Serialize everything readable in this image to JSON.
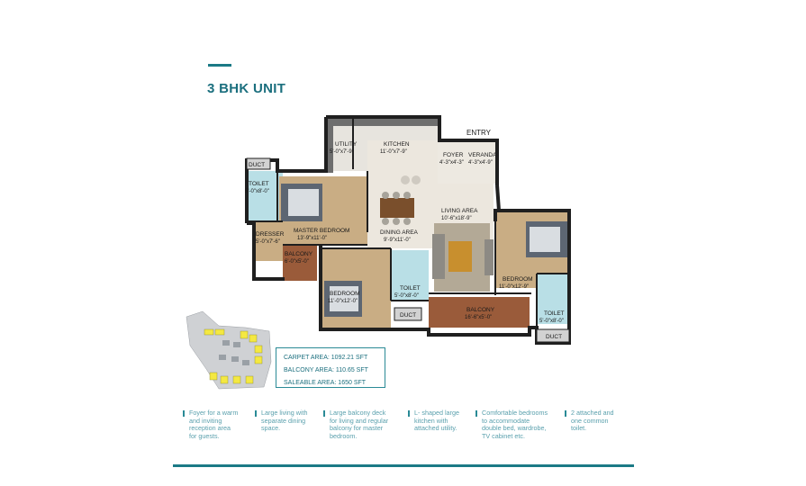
{
  "page": {
    "title": "3 BHK UNIT"
  },
  "plan": {
    "entry": "ENTRY",
    "rooms": {
      "duct_top": "DUCT",
      "utility": {
        "name": "UTILITY",
        "dims": "5'-0\"x7'-9\""
      },
      "kitchen": {
        "name": "KITCHEN",
        "dims": "11'-0\"x7'-9\""
      },
      "foyer": {
        "name": "FOYER",
        "dims": "4'-3\"x4'-3\""
      },
      "veranda": {
        "name": "VERANDA",
        "dims": "4'-3\"x4'-9\""
      },
      "toilet_left": {
        "name": "TOILET",
        "dims": "5'-0\"x8'-0\""
      },
      "master_bedroom": {
        "name": "MASTER BEDROOM",
        "dims": "13'-9\"x11'-0\""
      },
      "dresser": {
        "name": "DRESSER",
        "dims": "5'-0\"x7'-6\""
      },
      "balcony_small": {
        "name": "BALCONY",
        "dims": "6'-0\"x5'-0\""
      },
      "dining": {
        "name": "DINING AREA",
        "dims": "9'-9\"x11'-0\""
      },
      "living": {
        "name": "LIVING AREA",
        "dims": "10'-6\"x18'-9\""
      },
      "bedroom_mid": {
        "name": "BEDROOM",
        "dims": "11'-0\"x12'-0\""
      },
      "toilet_mid": {
        "name": "TOILET",
        "dims": "5'-0\"x8'-0\""
      },
      "duct_mid": "DUCT",
      "balcony_large": {
        "name": "BALCONY",
        "dims": "16'-6\"x5'-0\""
      },
      "bedroom_right": {
        "name": "BEDROOM",
        "dims": "11'-0\"x12'-9\""
      },
      "toilet_right": {
        "name": "TOILET",
        "dims": "5'-0\"x8'-0\""
      },
      "duct_right": "DUCT"
    }
  },
  "areas": {
    "carpet": "CARPET AREA: 1092.21 SFT",
    "balcony": "BALCONY AREA: 110.65 SFT",
    "saleable": "SALEABLE AREA: 1650 SFT"
  },
  "features": [
    {
      "l1": "Foyer for a warm",
      "l2": "and inviting",
      "l3": "reception area",
      "l4": "for guests."
    },
    {
      "l1": "Large living with",
      "l2": "separate dining",
      "l3": "space.",
      "l4": ""
    },
    {
      "l1": "Large balcony deck",
      "l2": "for living and regular",
      "l3": "balcony for master",
      "l4": "bedroom."
    },
    {
      "l1": "L- shaped large",
      "l2": "kitchen with",
      "l3": "attached utility.",
      "l4": ""
    },
    {
      "l1": "Comfortable bedrooms",
      "l2": "to accommodate",
      "l3": "double bed, wardrobe,",
      "l4": "TV cabinet etc."
    },
    {
      "l1": "2 attached and",
      "l2": "one common",
      "l3": "toilet.",
      "l4": ""
    }
  ],
  "colors": {
    "accent": "#1b7a86",
    "wall": "#1f1f1f",
    "floor_wood": "#c8b08a",
    "floor_tile": "#e9e4db",
    "balcony_deck": "#9a5b3a",
    "toilet_tile": "#b9dfe6",
    "keymap_highlight": "#f4e842"
  }
}
